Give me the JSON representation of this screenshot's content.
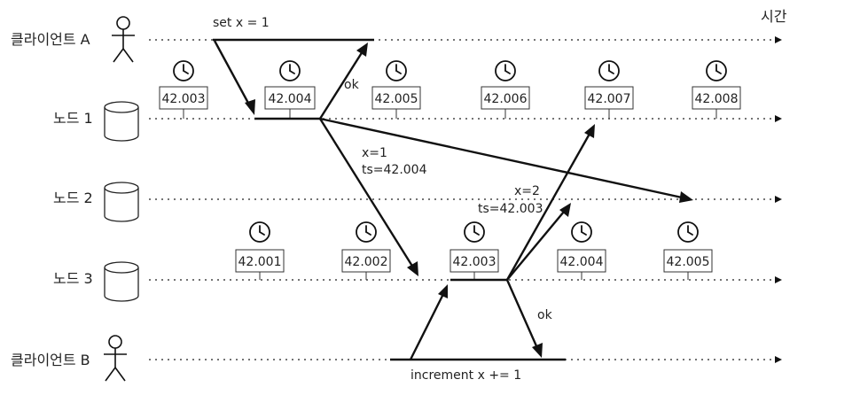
{
  "time_label": "시간",
  "lanes": {
    "client_a": "클라이언트 A",
    "node1": "노드 1",
    "node2": "노드 2",
    "node3": "노드 3",
    "client_b": "클라이언트 B"
  },
  "messages": {
    "set": "set x = 1",
    "ok_a": "ok",
    "replicate_1a": "x=1",
    "replicate_1b": "ts=42.004",
    "replicate_2a": "x=2",
    "replicate_2b": "ts=42.003",
    "ok_b": "ok",
    "increment": "increment x += 1"
  },
  "timestamps": {
    "node1": [
      "42.003",
      "42.004",
      "42.005",
      "42.006",
      "42.007",
      "42.008"
    ],
    "node3": [
      "42.001",
      "42.002",
      "42.003",
      "42.004",
      "42.005"
    ]
  }
}
